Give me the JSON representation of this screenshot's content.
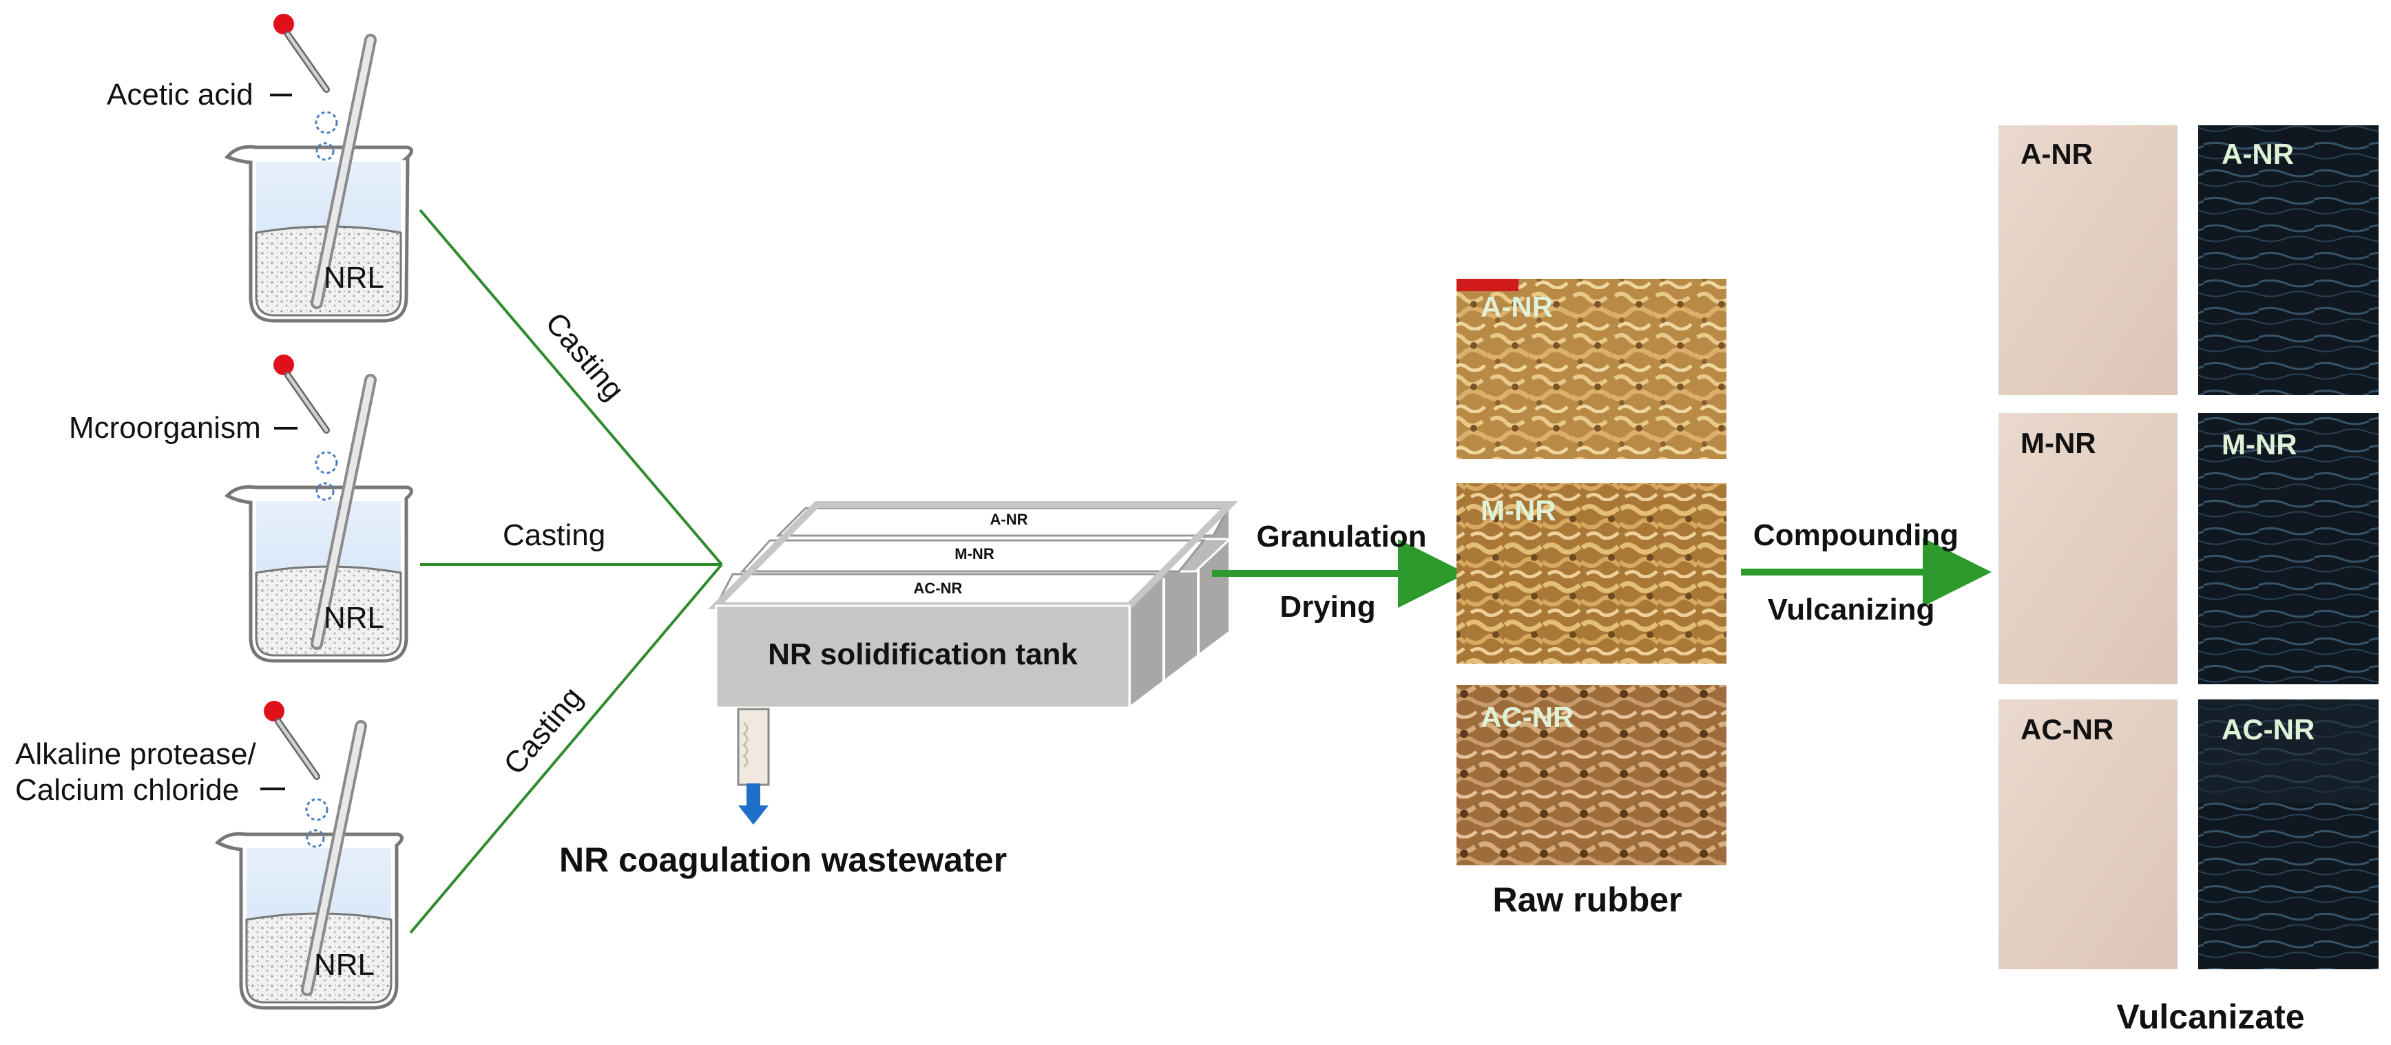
{
  "reagents": [
    {
      "label": "Acetic acid",
      "beaker_label": "NRL"
    },
    {
      "label": "Mcroorganism",
      "beaker_label": "NRL"
    },
    {
      "label_line1": "Alkaline protease/",
      "label_line2": "Calcium chloride",
      "beaker_label": "NRL"
    }
  ],
  "casting_labels": [
    "Casting",
    "Casting",
    "Casting"
  ],
  "tank": {
    "title": "NR solidification tank",
    "slots": [
      "A-NR",
      "M-NR",
      "AC-NR"
    ],
    "wastewater_label": "NR coagulation wastewater"
  },
  "step1": {
    "top": "Granulation",
    "bottom": "Drying"
  },
  "raw_rubber": {
    "samples": [
      "A-NR",
      "M-NR",
      "AC-NR"
    ],
    "caption": "Raw rubber"
  },
  "step2": {
    "top": "Compounding",
    "bottom": "Vulcanizing"
  },
  "vulcanizate": {
    "light_samples": [
      "A-NR",
      "M-NR",
      "AC-NR"
    ],
    "dark_samples": [
      "A-NR",
      "M-NR",
      "AC-NR"
    ],
    "caption": "Vulcanizate"
  },
  "colors": {
    "casting_line": "#2e8b2e",
    "arrow": "#2e9a2e",
    "tank": "#c8c6c4",
    "drain_arrow": "#1f6fc8",
    "dropper_bulb": "#e0101a"
  }
}
